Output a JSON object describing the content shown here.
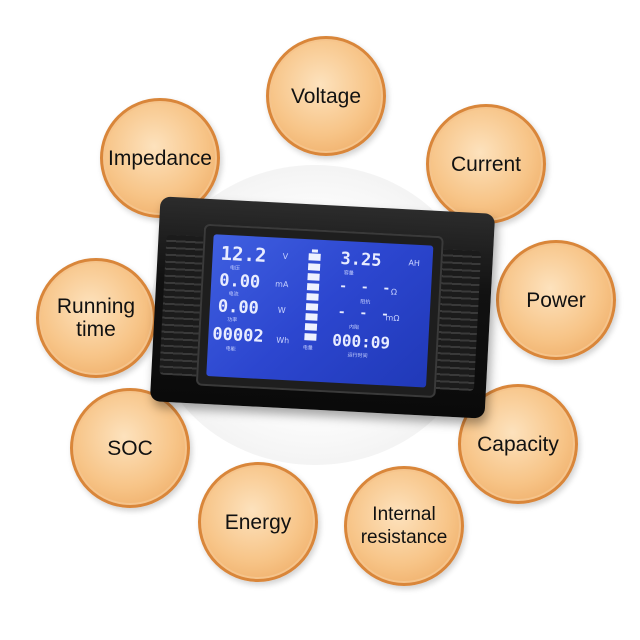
{
  "features": [
    {
      "id": "voltage",
      "label": "Voltage"
    },
    {
      "id": "current",
      "label": "Current"
    },
    {
      "id": "power",
      "label": "Power"
    },
    {
      "id": "capacity",
      "label": "Capacity"
    },
    {
      "id": "internal-resistance",
      "label": "Internal\nresistance"
    },
    {
      "id": "energy",
      "label": "Energy"
    },
    {
      "id": "soc",
      "label": "SOC"
    },
    {
      "id": "running-time",
      "label": "Running\ntime"
    },
    {
      "id": "impedance",
      "label": "Impedance"
    }
  ],
  "lcd": {
    "voltage_value": "12.2",
    "voltage_unit": "V",
    "current_value": "0.00",
    "current_unit": "mA",
    "power_value": "0.00",
    "power_unit": "W",
    "energy_value": "00002",
    "energy_unit": "Wh",
    "capacity_value": "3.25",
    "capacity_unit": "AH",
    "impedance_value": "- - -",
    "impedance_unit": "Ω",
    "resistance_value": "- - -",
    "resistance_unit": "mΩ",
    "time_value": "000:09",
    "label_voltage": "电压",
    "label_current": "电流",
    "label_power": "功率",
    "label_energy": "电能",
    "label_capacity": "容量",
    "label_impedance": "阻抗",
    "label_resistance": "内阻",
    "label_time": "运行时间",
    "label_battery": "电量"
  }
}
